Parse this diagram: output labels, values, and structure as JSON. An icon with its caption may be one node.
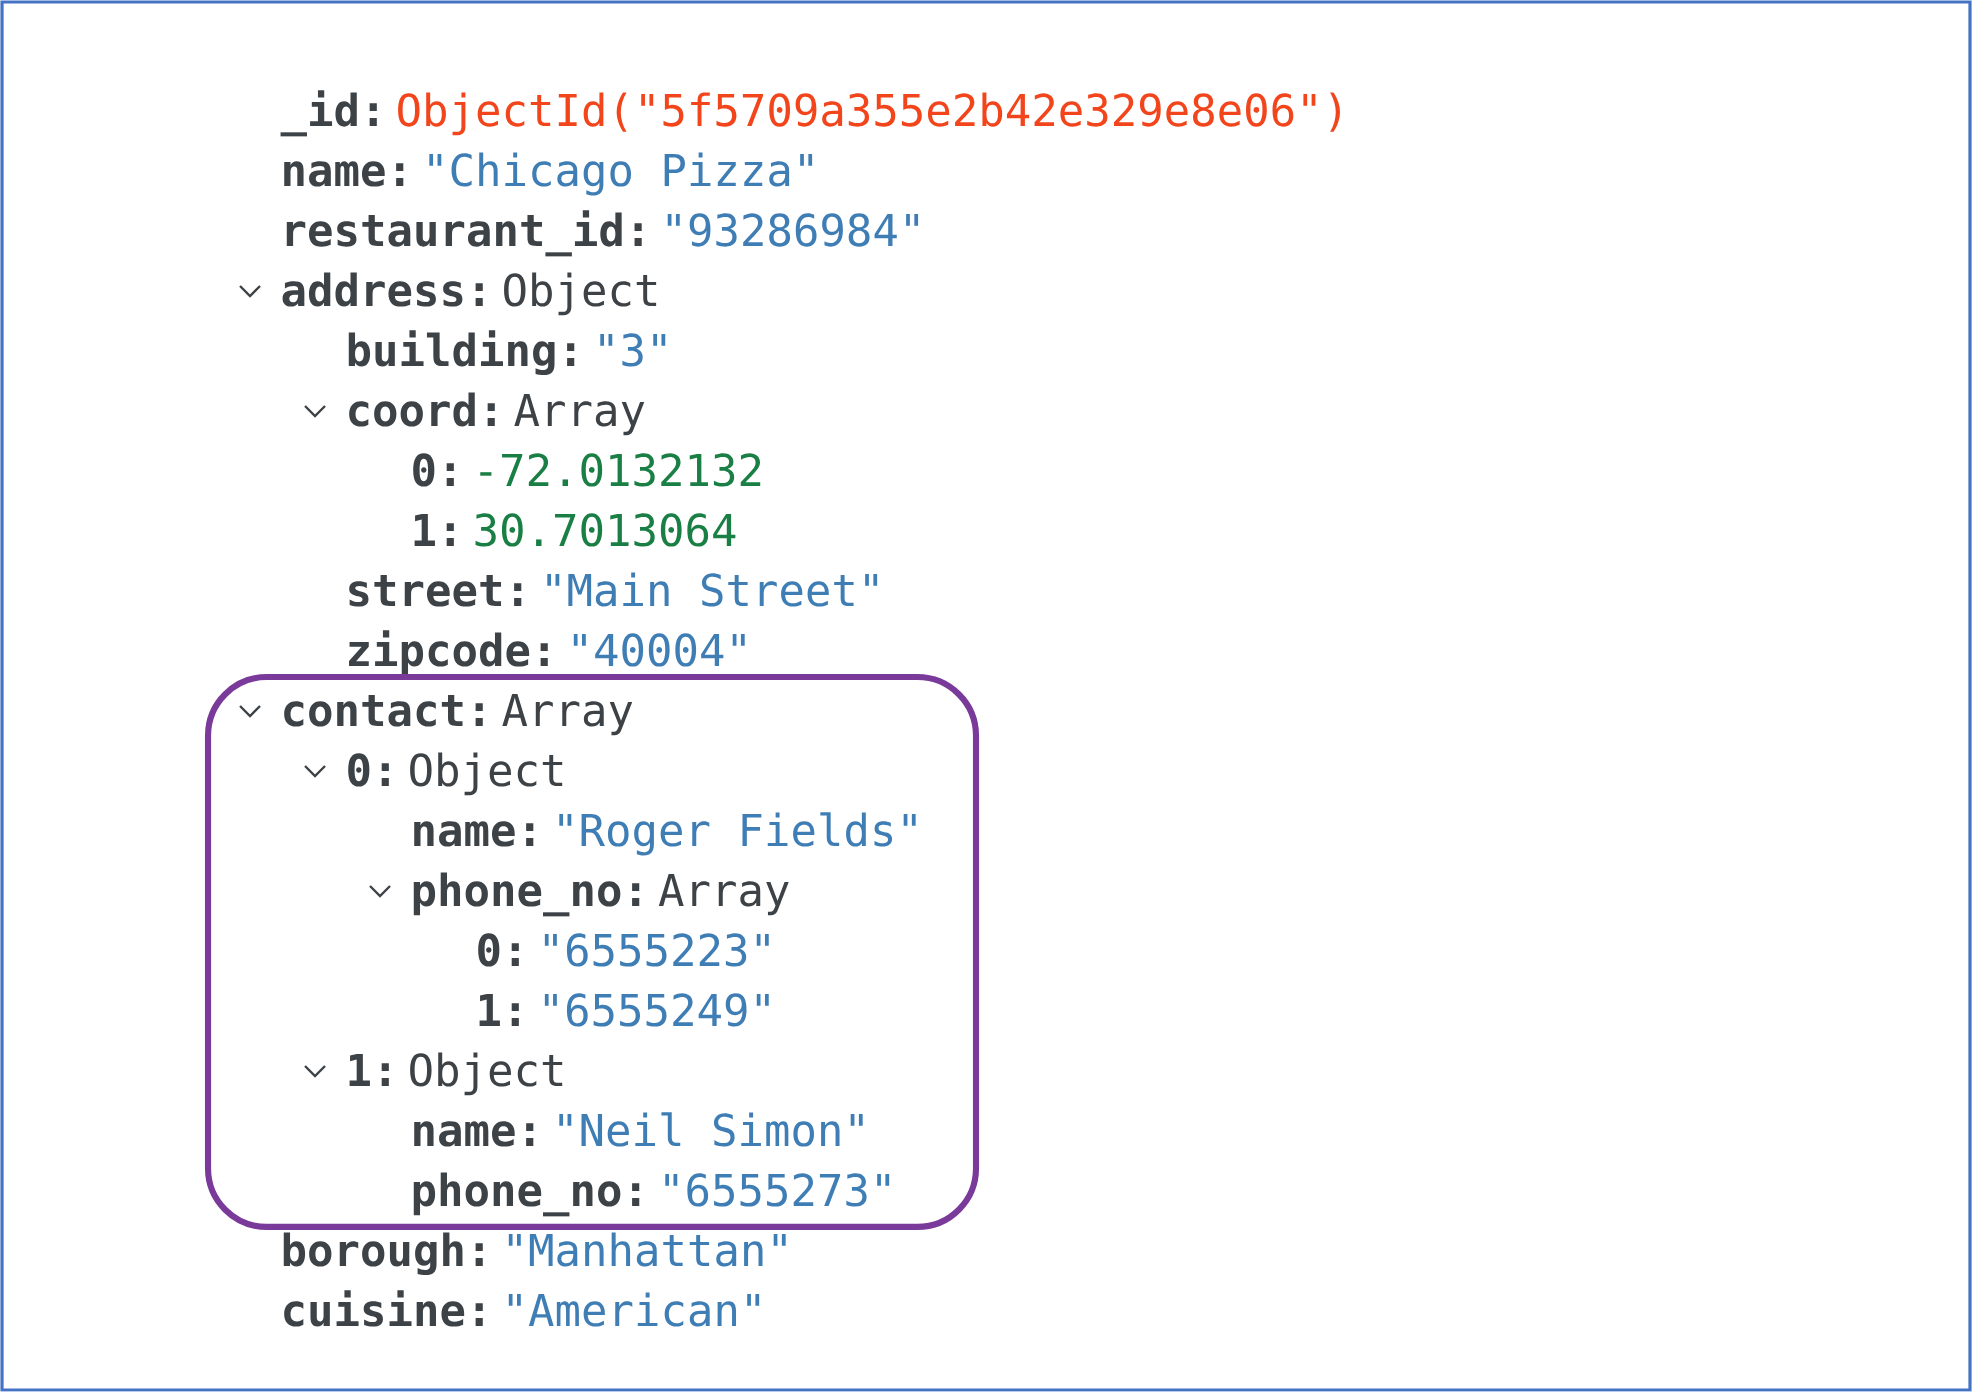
{
  "diagram": {
    "nodes": [
      {
        "text": [
          "contact:",
          "Array",
          "0:",
          "Object",
          "name:",
          "\"Roger Fields\"",
          "phone_no:",
          "Array",
          "0:",
          "\"6555223\"",
          "1:",
          "\"6555249\"",
          "1:",
          "Object",
          "name:",
          "\"Neil Simon\"",
          "phone_no:",
          "\"6555273\""
        ]
      }
    ],
    "labels": [
      "_id:",
      "ObjectId(\"5f5709a355e2b42e329e8e06\")",
      "name:",
      "\"Chicago Pizza\"",
      "restaurant_id:",
      "\"93286984\"",
      "address:",
      "Object",
      "building:",
      "\"3\"",
      "coord:",
      "Array",
      "0:",
      "-72.0132132",
      "1:",
      "30.7013064",
      "street:",
      "\"Main Street\"",
      "zipcode:",
      "\"40004\"",
      "borough:",
      "\"Manhattan\"",
      "cuisine:",
      "\"American\""
    ]
  }
}
